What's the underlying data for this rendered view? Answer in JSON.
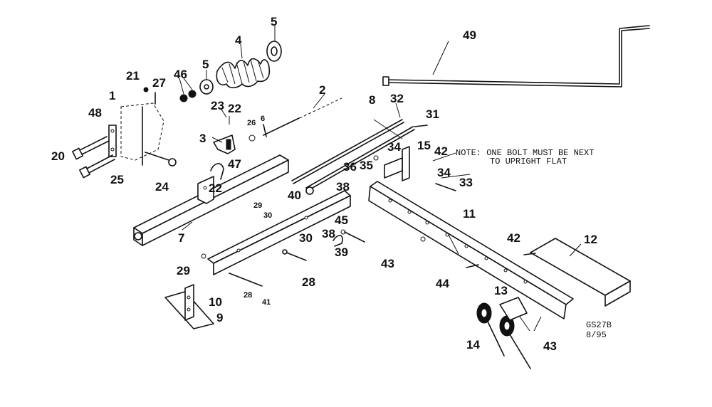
{
  "diagram": {
    "callouts": {
      "c1": "1",
      "c2": "2",
      "c3": "3",
      "c4": "4",
      "c5a": "5",
      "c5b": "5",
      "c6": "6",
      "c7": "7",
      "c8": "8",
      "c9": "9",
      "c10": "10",
      "c11": "11",
      "c12": "12",
      "c13": "13",
      "c14": "14",
      "c15": "15",
      "c20": "20",
      "c21": "21",
      "c22a": "22",
      "c22b": "22",
      "c23": "23",
      "c24": "24",
      "c25": "25",
      "c26": "26",
      "c27": "27",
      "c28a": "28",
      "c28b": "28",
      "c29a": "29",
      "c29b": "29",
      "c30a": "30",
      "c30b": "30",
      "c31": "31",
      "c32": "32",
      "c33": "33",
      "c34a": "34",
      "c34b": "34",
      "c35": "35",
      "c36": "36",
      "c38a": "38",
      "c38b": "38",
      "c39": "39",
      "c40": "40",
      "c41": "41",
      "c42a": "42",
      "c42b": "42",
      "c43a": "43",
      "c43b": "43",
      "c44": "44",
      "c45": "45",
      "c46": "46",
      "c47": "47",
      "c48": "48",
      "c49": "49"
    },
    "note_line1": "NOTE: ONE BOLT MUST BE NEXT",
    "note_line2": "TO UPRIGHT FLAT",
    "drawing_code": "GS27B",
    "drawing_date": "8/95"
  }
}
